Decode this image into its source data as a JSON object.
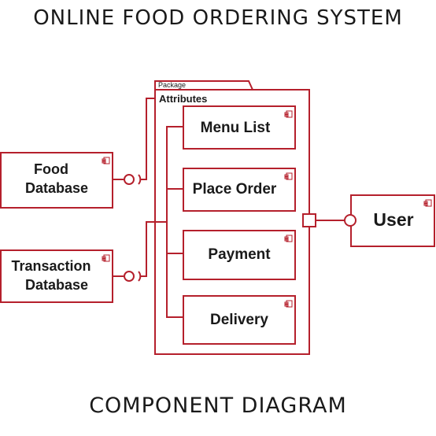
{
  "header": {
    "title": "ONLINE FOOD ORDERING SYSTEM"
  },
  "footer": {
    "title": "COMPONENT DIAGRAM"
  },
  "package": {
    "stereotype": "Package",
    "name": "Attributes"
  },
  "components": {
    "menu_list": "Menu List",
    "place_order": "Place Order",
    "payment": "Payment",
    "delivery": "Delivery"
  },
  "external": {
    "food_db": [
      "Food",
      "Database"
    ],
    "transaction_db": [
      "Transaction",
      "Database"
    ],
    "user": "User"
  },
  "colors": {
    "stroke": "#b5202c",
    "text": "#1a1a1a"
  }
}
